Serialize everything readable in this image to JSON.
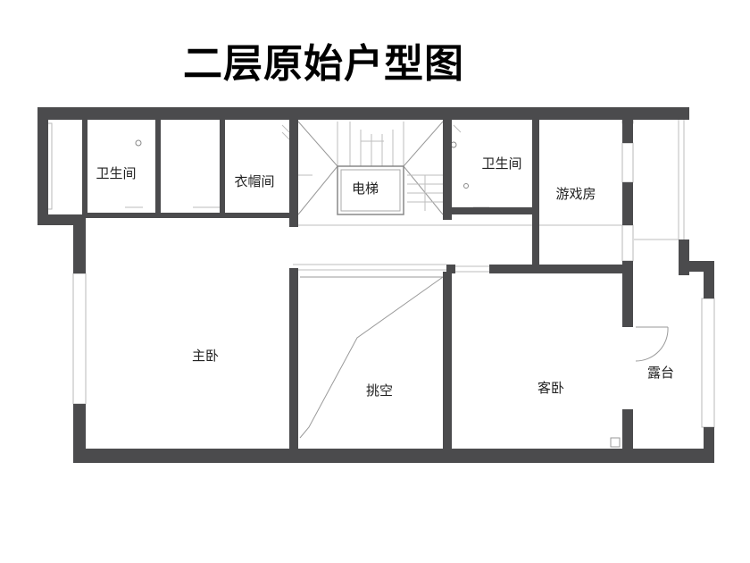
{
  "title": "二层原始户型图",
  "rooms": {
    "bath_left": "卫生间",
    "cloakroom": "衣帽间",
    "elevator": "电梯",
    "bath_right": "卫生间",
    "game_room": "游戏房",
    "master_bedroom": "主卧",
    "void": "挑空",
    "guest_bedroom": "客卧",
    "terrace": "露台"
  },
  "colors": {
    "wall": "#4b4b4d",
    "thin_line": "#bdbdbd",
    "background": "#ffffff"
  }
}
